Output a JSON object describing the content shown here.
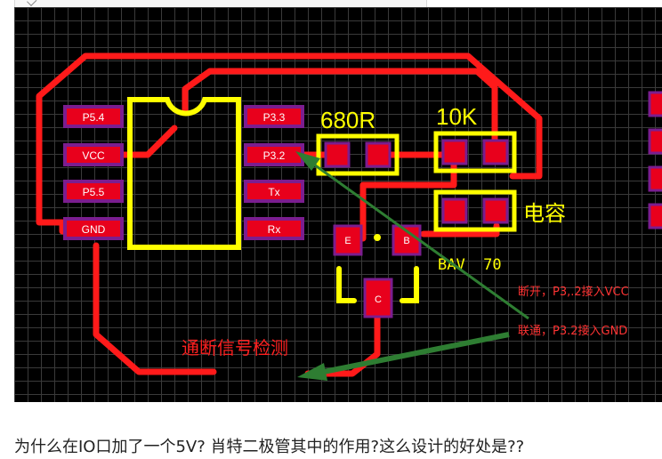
{
  "pins_left": [
    "P5.4",
    "VCC",
    "P5.5",
    "GND"
  ],
  "pins_right": [
    "P3.3",
    "P3.2",
    "Tx",
    "Rx"
  ],
  "resistor_680": "680R",
  "resistor_10k": "10K",
  "capacitor_label": "电容",
  "diode_label": "BAV  70",
  "transistor_pins": {
    "e": "E",
    "b": "B",
    "c": "C"
  },
  "annotation_open": "断开，P3,.2接入VCC",
  "annotation_closed": "联通，P3.2接入GND",
  "signal_label": "通断信号检测",
  "caption": "为什么在IO口加了一个5V? 肖特二极管其中的作用?这么设计的好处是??",
  "colors": {
    "trace": "#ff1a1a",
    "pad": "#e8001c",
    "pad_border": "#7b1d8f",
    "silkscreen": "#ffff00",
    "arrow": "#2e7d32",
    "annotation": "#ff3333"
  }
}
